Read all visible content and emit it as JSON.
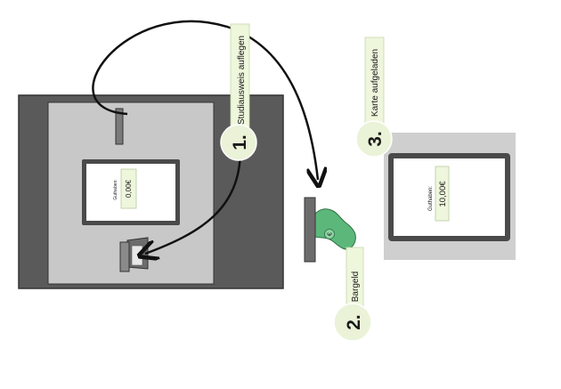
{
  "steps": [
    {
      "number": "1.",
      "label": "Studiausweis auflegen"
    },
    {
      "number": "2.",
      "label": "Bargeld"
    },
    {
      "number": "3.",
      "label": "Karte aufgeladen"
    }
  ],
  "machine_screen": {
    "caption": "Guthaben:",
    "value": "0,00€"
  },
  "card_screen": {
    "caption": "Guthaben:",
    "value": "10,00€"
  },
  "banknote_symbol": "€",
  "colors": {
    "machine_body": "#5a5a5a",
    "machine_panel": "#c8c8c8",
    "screen_frame": "#4a4a4a",
    "label_tag": "#eef6dc",
    "badge": "#eaf3d8",
    "banknote": "#5cb87a",
    "card_background": "#cfcfcf"
  }
}
